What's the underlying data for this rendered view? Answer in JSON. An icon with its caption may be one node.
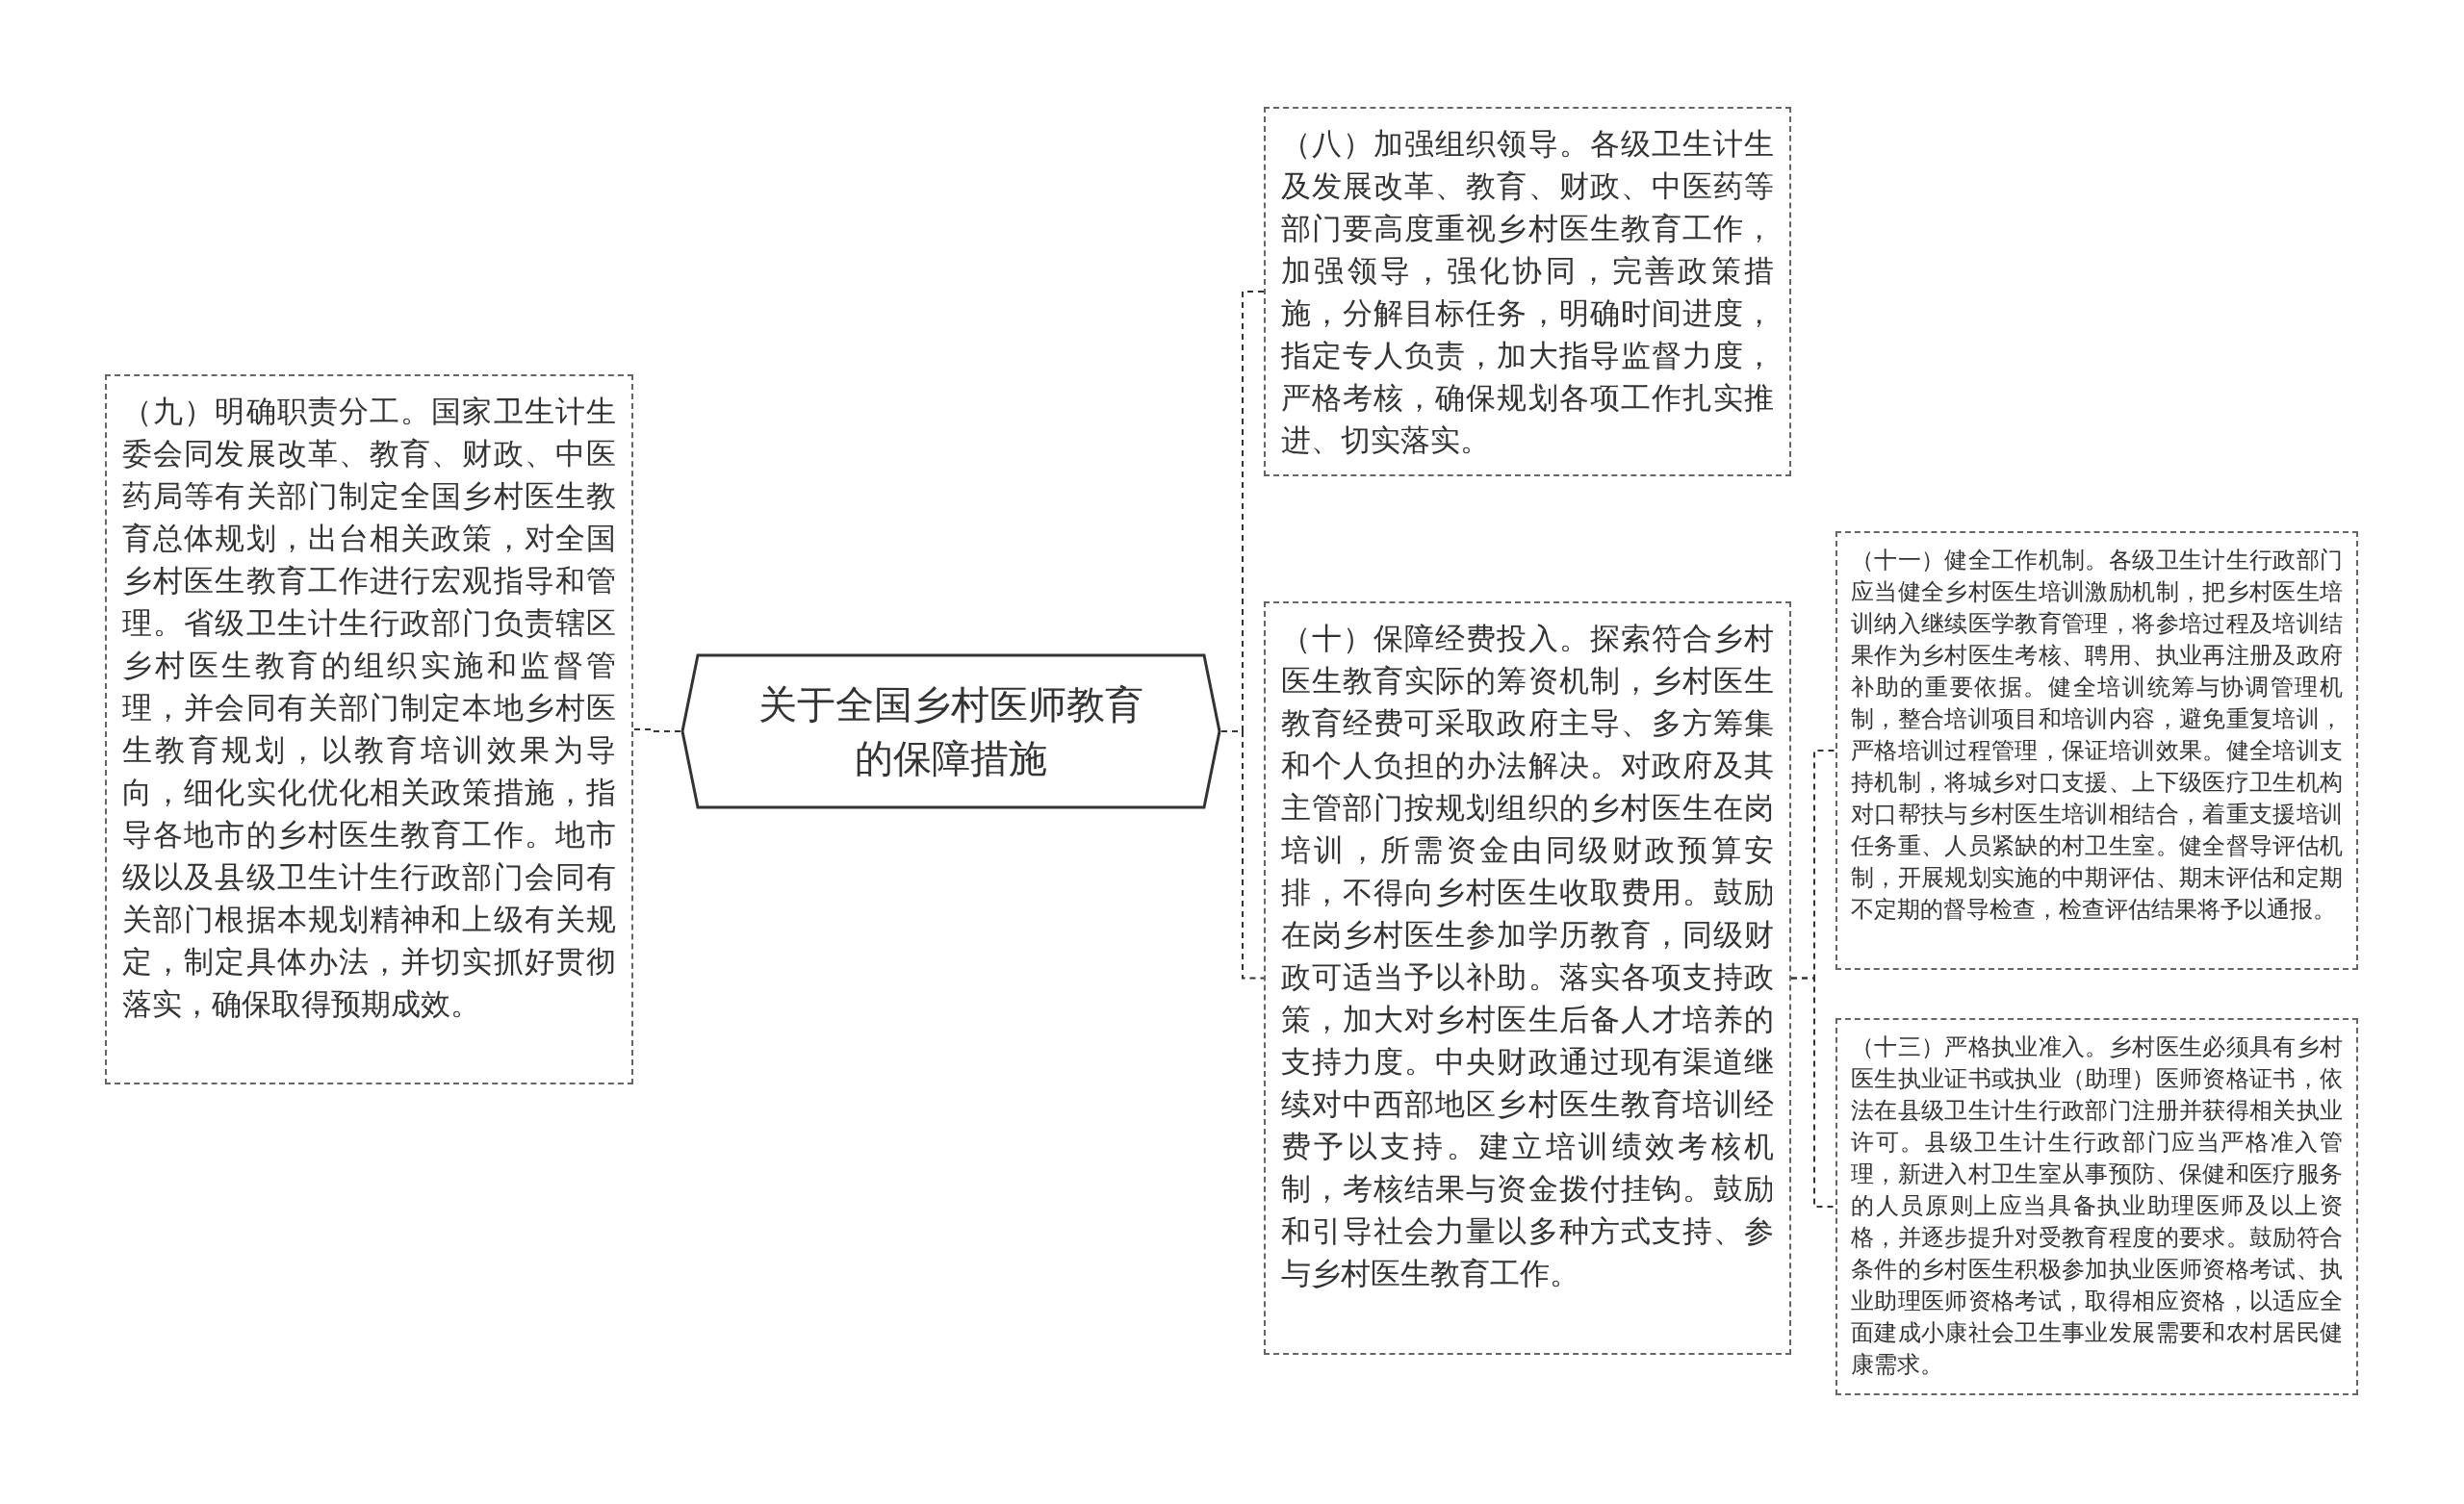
{
  "diagram": {
    "nodes": [
      {
        "text": [
          "关于全国乡村医师教育的保障措施"
        ]
      },
      {
        "text": [
          "（九）明确职责分工。国家卫生计生委会同发展改革、教育、财政、中医药局等有关部门制定全国乡村医生教育总体规划，出台相关政策，对全国乡村医生教育工作进行宏观指导和管理。省级卫生计生行政部门负责辖区乡村医生教育的组织实施和监督管理，并会同有关部门制定本地乡村医生教育规划，以教育培训效果为导向，细化实化优化相关政策措施，指导各地市的乡村医生教育工作。地市级以及县级卫生计生行政部门会同有关部门根据本规划精神和上级有关规定，制定具体办法，并切实抓好贯彻落实，确保取得预期成效。"
        ]
      },
      {
        "text": [
          "（八）加强组织领导。各级卫生计生及发展改革、教育、财政、中医药等部门要高度重视乡村医生教育工作，加强领导，强化协同，完善政策措施，分解目标任务，明确时间进度，指定专人负责，加大指导监督力度，严格考核，确保规划各项工作扎实推进、切实落实。"
        ]
      },
      {
        "text": [
          "（十）保障经费投入。探索符合乡村医生教育实际的筹资机制，乡村医生教育经费可采取政府主导、多方筹集和个人负担的办法解决。对政府及其主管部门按规划组织的乡村医生在岗培训，所需资金由同级财政预算安排，不得向乡村医生收取费用。鼓励在岗乡村医生参加学历教育，同级财政可适当予以补助。落实各项支持政策，加大对乡村医生后备人才培养的支持力度。中央财政通过现有渠道继续对中西部地区乡村医生教育培训经费予以支持。建立培训绩效考核机制，考核结果与资金拨付挂钩。鼓励和引导社会力量以多种方式支持、参与乡村医生教育工作。"
        ]
      },
      {
        "text": [
          "（十一）健全工作机制。各级卫生计生行政部门应当健全乡村医生培训激励机制，把乡村医生培训纳入继续医学教育管理，将参培过程及培训结果作为乡村医生考核、聘用、执业再注册及政府补助的重要依据。健全培训统筹与协调管理机制，整合培训项目和培训内容，避免重复培训，严格培训过程管理，保证培训效果。健全培训支持机制，将城乡对口支援、上下级医疗卫生机构对口帮扶与乡村医生培训相结合，着重支援培训任务重、人员紧缺的村卫生室。健全督导评估机制，开展规划实施的中期评估、期末评估和定期不定期的督导检查，检查评估结果将予以通报。"
        ]
      },
      {
        "text": [
          "（十三）严格执业准入。乡村医生必须具有乡村医生执业证书或执业（助理）医师资格证书，依法在县级卫生计生行政部门注册并获得相关执业许可。县级卫生计生行政部门应当严格准入管理，新进入村卫生室从事预防、保健和医疗服务的人员原则上应当具备执业助理医师及以上资格，并逐步提升对受教育程度的要求。鼓励符合条件的乡村医生积极参加执业医师资格考试、执业助理医师资格考试，取得相应资格，以适应全面建成小康社会卫生事业发展需要和农村居民健康需求。"
        ]
      }
    ],
    "edges": [
      {
        "from": 0,
        "to": 1,
        "arrow": "none"
      },
      {
        "from": 0,
        "to": 2,
        "arrow": "none"
      },
      {
        "from": 0,
        "to": 3,
        "arrow": "none"
      },
      {
        "from": 3,
        "to": 4,
        "arrow": "none"
      },
      {
        "from": 3,
        "to": 5,
        "arrow": "none"
      }
    ]
  }
}
